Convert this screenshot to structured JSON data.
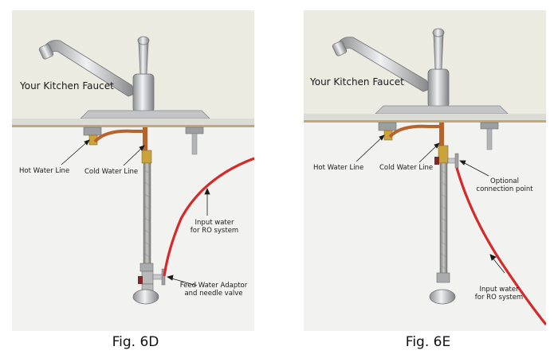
{
  "figures": [
    {
      "id": "6D",
      "caption": "Fig. 6D",
      "faucet_label": "Your Kitchen Faucet",
      "hot_label": "Hot Water Line",
      "cold_label": "Cold Water Line",
      "input_label": [
        "Input water",
        "for RO system"
      ],
      "adaptor_label": [
        "Feed Water Adaptor",
        "and needle valve"
      ]
    },
    {
      "id": "6E",
      "caption": "Fig. 6E",
      "faucet_label": "Your Kitchen Faucet",
      "hot_label": "Hot Water Line",
      "cold_label": "Cold Water Line",
      "optional_label": [
        "Optional",
        "connection point"
      ],
      "input_label": [
        "Input water",
        "for RO system"
      ]
    }
  ],
  "colors": {
    "wall": "#ebebe2",
    "under_cabinet": "#f2f2f0",
    "counter": "#dcdcd6",
    "red_tube": "#d42a2a",
    "copper": "#b8622c",
    "braided_hose": "#9a9a96",
    "chrome": "#c6c8ca"
  }
}
